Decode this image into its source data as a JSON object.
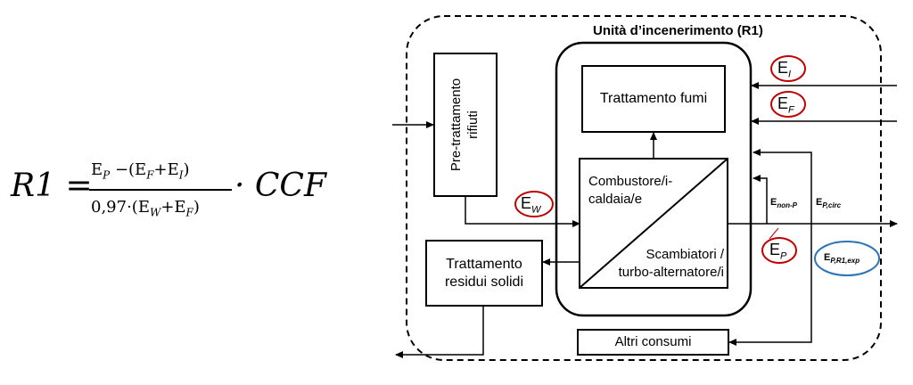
{
  "formula": {
    "lhs": "R1",
    "numerator": "E_P −(E_F+E_I)",
    "denominator": "0,97·(E_W+E_F)",
    "factor": "· CCF"
  },
  "diagram": {
    "unit_title": "Unità d’incenerimento (R1)",
    "pretreatment": "Pre-trattamento rifiuti",
    "flue_gas": "Trattamento fumi",
    "combustor": "Combustore/i- caldaia/e",
    "exchangers": "Scambiatori / turbo-alternatore/i",
    "solid_residues": "Trattamento residui solidi",
    "other_consumption": "Altri consumi",
    "energies": {
      "EW": "E_W",
      "EI": "E_I",
      "EF": "E_F",
      "EP": "E_P",
      "E_non_P": "E_non-P",
      "E_P_circ": "E_P,circ",
      "E_P_R1_exp": "E_P,R1,exp"
    },
    "colors": {
      "red_oval": "#c00000",
      "blue_oval": "#2e75b6",
      "line": "#000000"
    }
  }
}
